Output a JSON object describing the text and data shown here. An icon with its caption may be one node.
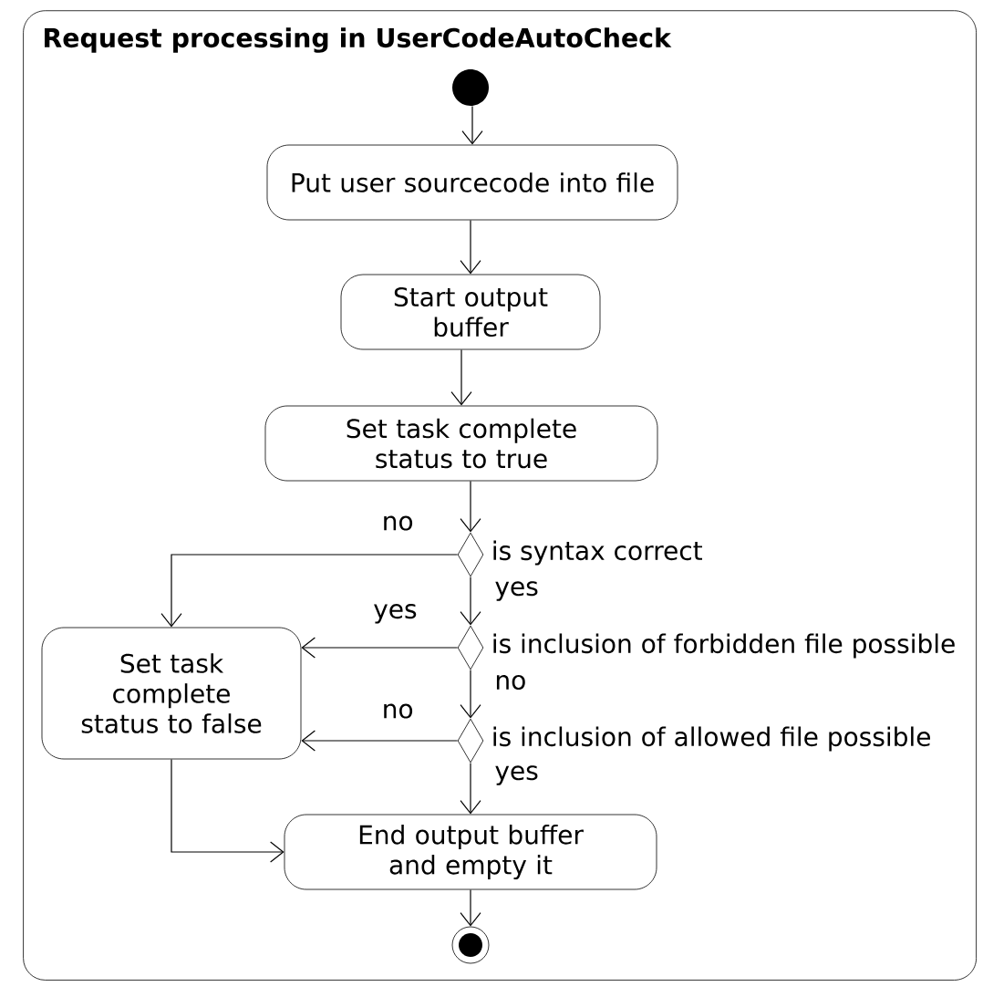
{
  "diagram": {
    "title": "Request processing in UserCodeAutoCheck",
    "nodes": [
      {
        "text": [],
        "shape": "box"
      },
      {
        "text": [],
        "shape": "circle",
        "in": 0
      },
      {
        "text": [
          "Put user sourcecode into file"
        ],
        "in": 0
      },
      {
        "text": [
          "Start output buffer"
        ],
        "in": 0
      },
      {
        "text": [
          "Set task complete status to true"
        ],
        "in": 0
      },
      {
        "text": [],
        "shape": "diamond",
        "beside": [
          "is syntax correct"
        ],
        "in": 0
      },
      {
        "text": [],
        "shape": "diamond",
        "beside": [
          "is inclusion of forbidden file possible"
        ],
        "in": 0
      },
      {
        "text": [],
        "shape": "diamond",
        "beside": [
          "is inclusion of allowed file possible"
        ],
        "in": 0
      },
      {
        "text": [
          "Set task complete status to false"
        ],
        "in": 0
      },
      {
        "text": [
          "End output buffer and empty it"
        ],
        "in": 0
      },
      {
        "text": [],
        "shape": "bullseye",
        "in": 0
      }
    ],
    "edges": [
      {
        "from": 1,
        "to": 2,
        "arrow": "to"
      },
      {
        "from": 2,
        "to": 3,
        "arrow": "to"
      },
      {
        "from": 3,
        "to": 4,
        "arrow": "to"
      },
      {
        "from": 4,
        "to": 5,
        "arrow": "to"
      },
      {
        "from": 5,
        "to": 8,
        "arrow": "to",
        "label": "no"
      },
      {
        "from": 5,
        "to": 6,
        "arrow": "to",
        "label": "yes"
      },
      {
        "from": 6,
        "to": 8,
        "arrow": "to",
        "label": "yes"
      },
      {
        "from": 6,
        "to": 7,
        "arrow": "to",
        "label": "no"
      },
      {
        "from": 7,
        "to": 8,
        "arrow": "to",
        "label": "no"
      },
      {
        "from": 7,
        "to": 9,
        "arrow": "to",
        "label": "yes"
      },
      {
        "from": 8,
        "to": 9,
        "arrow": "to"
      },
      {
        "from": 9,
        "to": 10,
        "arrow": "to"
      }
    ]
  }
}
